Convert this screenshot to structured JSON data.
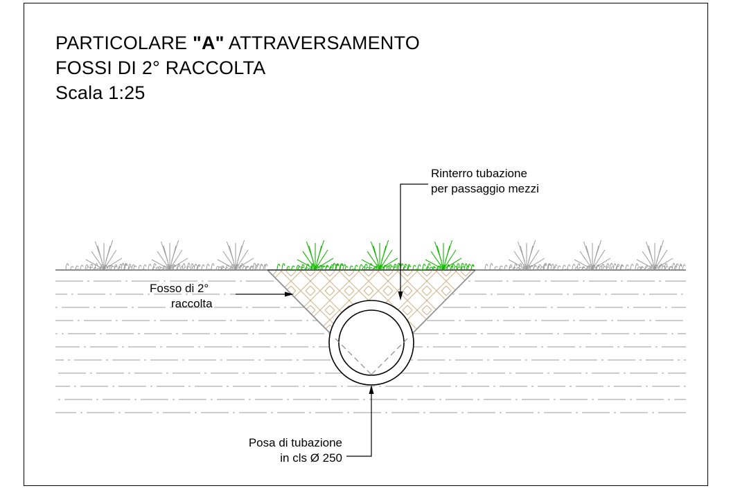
{
  "title": {
    "line1_pre": "PARTICOLARE ",
    "line1_bold": "\"A\"",
    "line1_post": " ATTRAVERSAMENTO",
    "line2": "FOSSI DI 2° RACCOLTA",
    "line3": "Scala 1:25"
  },
  "labels": {
    "rinterro": [
      "Rinterro tubazione",
      "per passaggio mezzi"
    ],
    "fosso": [
      "Fosso di 2°",
      "raccolta"
    ],
    "posa": [
      "Posa di tubazione",
      "in cls Ø 250"
    ]
  },
  "colors": {
    "line": "#000000",
    "ground_gray": "#8c8c8c",
    "grass_gray": "#9a9a9a",
    "grass_green": "#12b800",
    "hatch": "#d2b48c"
  }
}
